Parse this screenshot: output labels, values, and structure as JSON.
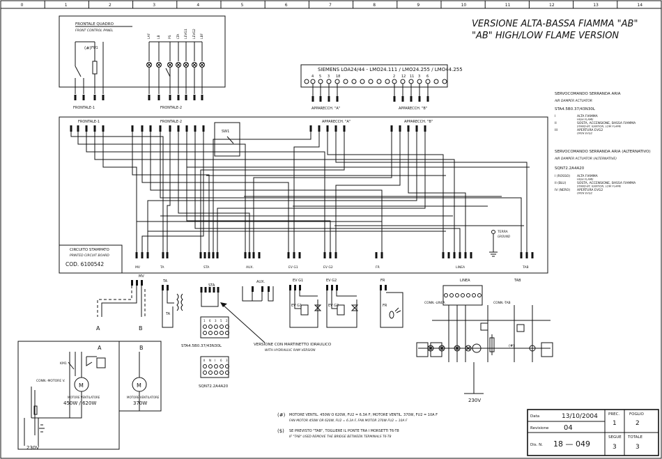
{
  "sheet": {
    "grid_columns": [
      "0",
      "1",
      "2",
      "3",
      "4",
      "5",
      "6",
      "7",
      "8",
      "9",
      "10",
      "11",
      "12",
      "13",
      "14"
    ]
  },
  "header": {
    "title_it": "VERSIONE ALTA-BASSA FIAMMA \"AB\"",
    "title_en": "\"AB\" HIGH/LOW FLAME VERSION"
  },
  "front_panel": {
    "title_it": "FRONTALE QUADRO",
    "title_en": "FRONT CONTROL PANEL",
    "lamps": [
      "LAF",
      "LB",
      "PS",
      "LTA",
      "LEVG1",
      "LEVG2",
      "LBF"
    ],
    "fuse": "FU1",
    "connector1": "FRONTALE-1",
    "connector2": "FRONTALE-2"
  },
  "siemens": {
    "label": "SIEMENS LOA24/44 - LMO24.111 / LMO24.255 / LMO44.255",
    "a_terminals": [
      "4",
      "5",
      "3",
      "18"
    ],
    "b_terminals": [
      "2",
      "12",
      "11",
      "3",
      "6"
    ],
    "apparecchio_a": "APPARECCH. \"A\"",
    "apparecchio_b": "APPARECCH. \"B\""
  },
  "pcb": {
    "frontale1": "FRONTALE-1",
    "frontale2": "FRONTALE-2",
    "app_a": "APPARECCH. \"A\"",
    "app_b": "APPARECCH. \"B\"",
    "sw1": "SW1",
    "title_it": "CIRCUITO STAMPATO",
    "title_en": "PRINTED CIRCUIT BOARD",
    "code": "COD. 6100542",
    "terra_it": "TERRA",
    "terra_en": "GROUND",
    "connectors": [
      "MV",
      "TA",
      "STA",
      "AUX.",
      "EV G1",
      "EV G2",
      "FR",
      "LINEA",
      "TAB"
    ]
  },
  "servo": {
    "title_it": "SERVOCOMANDO SERRANDA ARIA",
    "title_en": "AIR DAMPER ACTUATOR",
    "model": "STA4.5B0.37/43N30L",
    "items": [
      {
        "code": "I",
        "it": "ALTA FIAMMA",
        "en": "HIGH FLAME"
      },
      {
        "code": "II",
        "it": "SOSTA, ACCENSIONE, BASSA FIAMMA",
        "en": "STAND-BY, IGNITION, LOW FLAME"
      },
      {
        "code": "III",
        "it": "APERTURA EVG2",
        "en": "OPEN EVG2"
      }
    ]
  },
  "servo_alt": {
    "title_it": "SERVOCOMANDO SERRANDA ARIA (ALTERNATIVO)",
    "title_en": "AIR DAMPER ACTUATOR (ALTERNATIVE)",
    "model": "SQN72.2A4A20",
    "items": [
      {
        "code": "I (ROSSO)",
        "it": "ALTA FIAMMA",
        "en": "HIGH FLAME"
      },
      {
        "code": "II (BLU)",
        "it": "SOSTA, ACCENSIONE, BASSA FIAMMA",
        "en": "STAND-BY, IGNITION, LOW FLAME"
      },
      {
        "code": "IV (NERO)",
        "it": "APERTURA EVG2",
        "en": "OPEN EVG2"
      }
    ]
  },
  "field": {
    "mv": "MV",
    "ta": "TA",
    "sta": "STA",
    "aux": "AUX.",
    "evg1": "EV G1",
    "evg2": "EV G2",
    "fr": "FR",
    "linea": "LINEA",
    "tab": "TAB",
    "label_a": "A",
    "label_b": "B",
    "sta_model": "STA4.5B0.37/43N30L",
    "sqn_model": "SQN72.2A4A20",
    "hyd_it": "VERSIONE CON MARTINETTO IDRAULICO",
    "hyd_en": "WITH HYDRAULIC RAM VERSION",
    "conn_linea": "CONN.-LINEA",
    "conn_tab": "CONN.-TAB",
    "v230": "230V",
    "sharp": "(#)"
  },
  "motors": {
    "a": "A",
    "b": "B",
    "conn_motore": "CONN.-MOTORE V.",
    "km1": "KM1",
    "motor_a_it": "MOTORE VENTILATORE",
    "motor_a_power": "450W / 620W",
    "motor_b_it": "MOTORE VENTILATORE",
    "motor_b_power": "370W",
    "v230": "230V"
  },
  "notes": [
    {
      "sym": "(#)",
      "it": "MOTORE VENTIL. 450W O 620W, FU2 = 6.3A F; MOTORE VENTIL. 370W, FU2 = 10A F",
      "en": "FAN MOTOR 450W OR 620W, FU2 = 6.3A F, FAN MOTOR 370W FU2 = 10A F"
    },
    {
      "sym": "($)",
      "it": "SE PREVISTO \"TAB\", TOGLIERE IL PONTE TRA I MORSETTI T6-T8",
      "en": "IF \"TAB\" USED REMOVE THE BRIDGE BETWEEN TERMINALS T6-T8"
    }
  ],
  "titleblock": {
    "data_label": "Data",
    "data": "13/10/2004",
    "rev_label": "Revisione",
    "rev": "04",
    "dis_label": "Dis. N.",
    "dis": "18 — 049",
    "prec_label": "PREC.",
    "prec": "1",
    "foglio_label": "FOGLIO",
    "foglio": "2",
    "segue_label": "SEGUE",
    "segue": "3",
    "totale_label": "TOTALE",
    "totale": "3"
  }
}
